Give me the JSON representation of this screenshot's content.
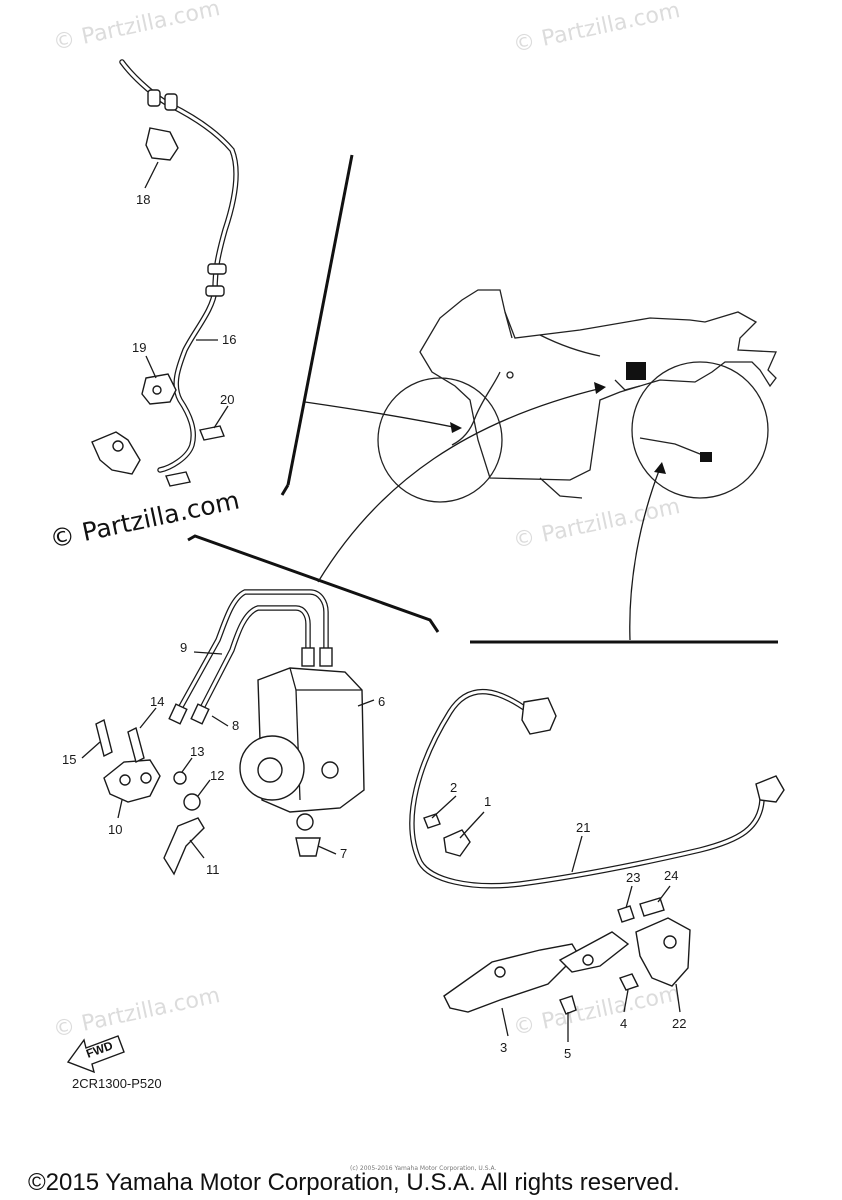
{
  "watermarks": {
    "text": "© Partzilla.com",
    "main_text": "© Partzilla.com"
  },
  "callouts": [
    {
      "id": "1",
      "label": "1"
    },
    {
      "id": "2",
      "label": "2"
    },
    {
      "id": "3",
      "label": "3"
    },
    {
      "id": "4",
      "label": "4"
    },
    {
      "id": "5",
      "label": "5"
    },
    {
      "id": "6",
      "label": "6"
    },
    {
      "id": "7",
      "label": "7"
    },
    {
      "id": "8",
      "label": "8"
    },
    {
      "id": "9",
      "label": "9"
    },
    {
      "id": "10",
      "label": "10"
    },
    {
      "id": "11",
      "label": "11"
    },
    {
      "id": "12",
      "label": "12"
    },
    {
      "id": "13",
      "label": "13"
    },
    {
      "id": "14",
      "label": "14"
    },
    {
      "id": "15",
      "label": "15"
    },
    {
      "id": "16",
      "label": "16"
    },
    {
      "id": "18",
      "label": "18"
    },
    {
      "id": "19",
      "label": "19"
    },
    {
      "id": "20",
      "label": "20"
    },
    {
      "id": "21",
      "label": "21"
    },
    {
      "id": "22",
      "label": "22"
    },
    {
      "id": "23",
      "label": "23"
    },
    {
      "id": "24",
      "label": "24"
    }
  ],
  "fwd_label": "FWD",
  "diagram_code": "2CR1300-P520",
  "small_notice": "(c) 2005-2016 Yamaha Motor Corporation, U.S.A.",
  "footer": "©2015 Yamaha Motor Corporation, U.S.A. All rights reserved.",
  "colors": {
    "ink": "#1a1a1a",
    "watermark": "#dcdcdc",
    "background": "#ffffff"
  }
}
